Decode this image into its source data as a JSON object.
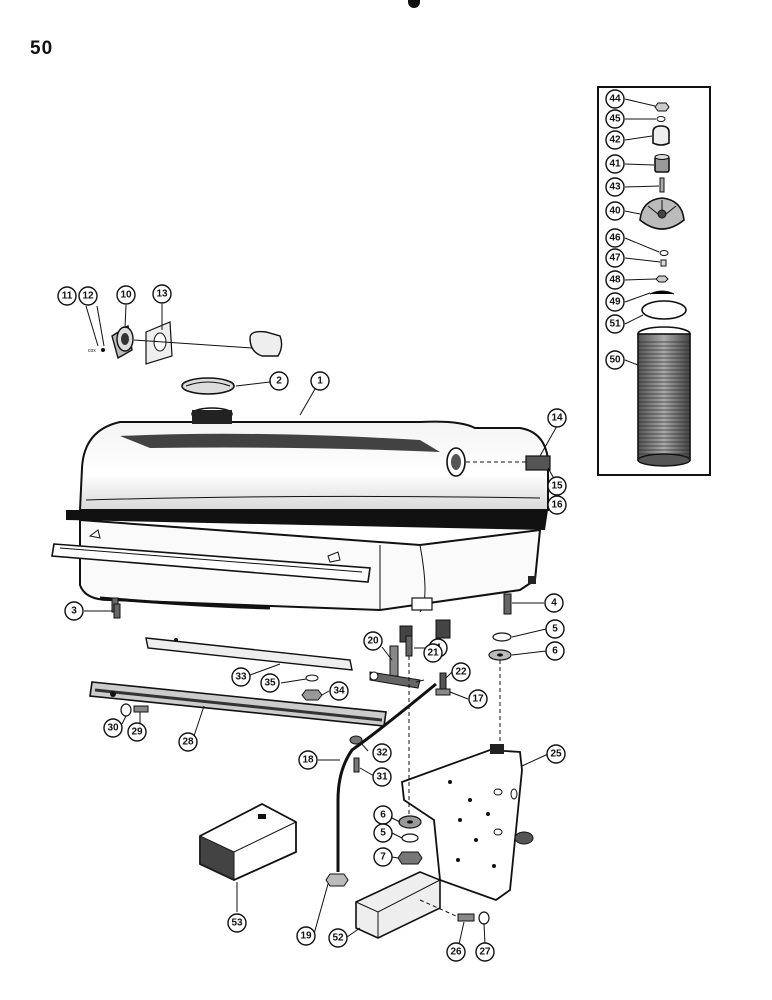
{
  "page": {
    "number": "50"
  },
  "callouts": {
    "c1": "1",
    "c2": "2",
    "c3": "3",
    "c4a": "4",
    "c4b": "4",
    "c5a": "5",
    "c5b": "5",
    "c6a": "6",
    "c6b": "6",
    "c7": "7",
    "c10": "10",
    "c11": "11",
    "c12": "12",
    "c13": "13",
    "c14": "14",
    "c15": "15",
    "c16": "16",
    "c17": "17",
    "c18": "18",
    "c19": "19",
    "c20": "20",
    "c21": "21",
    "c22": "22",
    "c25": "25",
    "c26": "26",
    "c27": "27",
    "c28": "28",
    "c29": "29",
    "c30": "30",
    "c31": "31",
    "c32": "32",
    "c33": "33",
    "c34": "34",
    "c35": "35",
    "c40": "40",
    "c41": "41",
    "c42": "42",
    "c43": "43",
    "c44": "44",
    "c45": "45",
    "c46": "46",
    "c47": "47",
    "c48": "48",
    "c49": "49",
    "c50": "50",
    "c51": "51",
    "c52": "52",
    "c53": "53"
  },
  "small_text": {
    "washer_mark": "cox"
  }
}
